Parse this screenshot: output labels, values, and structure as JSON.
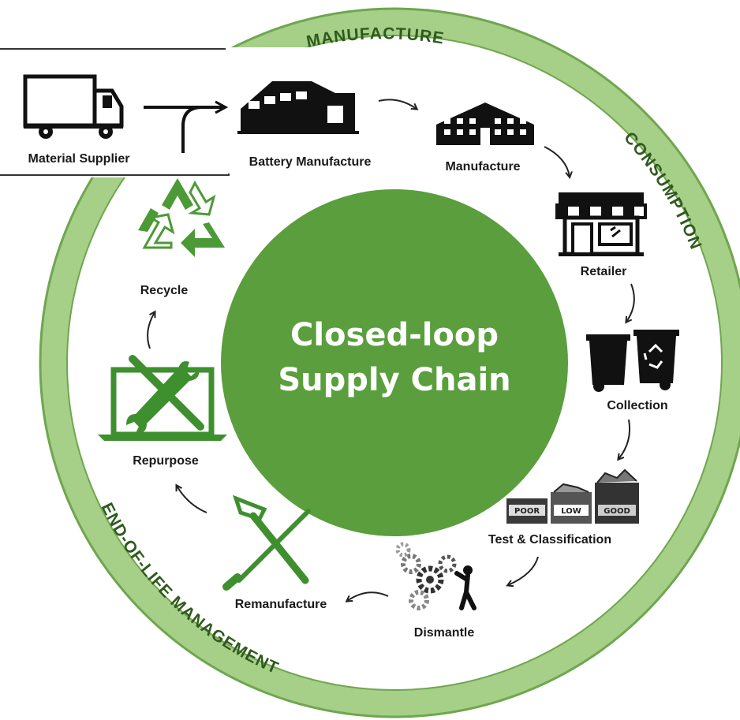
{
  "center": {
    "line1": "Closed-loop",
    "line2": "Supply Chain"
  },
  "ring": {
    "manufacture": "MANUFACTURE",
    "consumption": "CONSUMPTION",
    "end_of_life": "END-OF-LIFE MANAGEMENT"
  },
  "nodes": {
    "material_supplier": "Material Supplier",
    "battery_manufacture": "Battery Manufacture",
    "manufacture": "Manufacture",
    "retailer": "Retailer",
    "collection": "Collection",
    "test_classification": "Test & Classification",
    "dismantle": "Dismantle",
    "remanufacture": "Remanufacture",
    "repurpose": "Repurpose",
    "recycle": "Recycle"
  },
  "badges": {
    "poor": "POOR",
    "low": "LOW",
    "good": "GOOD"
  },
  "colors": {
    "ring": "#8bbd6a",
    "ring_inner": "#6ea84f",
    "center": "#5a9e3d",
    "icon_green": "#4c9a36",
    "icon_dark": "#111111"
  }
}
